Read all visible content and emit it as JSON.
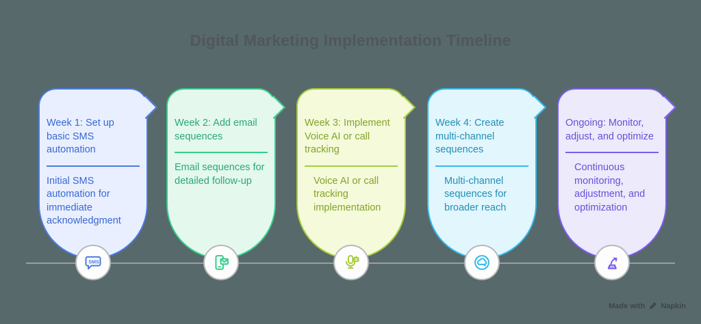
{
  "page": {
    "background_color": "#57696b",
    "timeline_color": "#9aa0a3"
  },
  "title": "Digital Marketing Implementation Timeline",
  "cards": [
    {
      "title": "Week 1: Set up basic SMS automation",
      "body": "Initial SMS automation for immediate acknowledgment",
      "icon": "sms-chat-icon",
      "colors": {
        "border": "#4b7be0",
        "fill": "#e9efff",
        "text": "#3a68d2"
      }
    },
    {
      "title": "Week 2: Add email sequences",
      "body": "Email sequences for detailed follow-up",
      "icon": "phone-email-icon",
      "colors": {
        "border": "#35cd8c",
        "fill": "#e4f8ed",
        "text": "#2aa876"
      }
    },
    {
      "title": "Week 3: Implement Voice AI or call tracking",
      "body": "Voice AI or call tracking implementation",
      "icon": "voice-ai-mic-icon",
      "colors": {
        "border": "#a9cc3a",
        "fill": "#f4fada",
        "text": "#85a32c"
      }
    },
    {
      "title": "Week 4: Create multi-channel sequences",
      "body": "Multi-channel sequences for broader reach",
      "icon": "multi-channel-cloud-icon",
      "colors": {
        "border": "#35b9e9",
        "fill": "#e2f6fd",
        "text": "#2090b5"
      }
    },
    {
      "title": "Ongoing: Monitor, adjust, and optimize",
      "body": "Continuous monitoring, adjustment, and optimization",
      "icon": "optimize-gauge-icon",
      "colors": {
        "border": "#7a5ded",
        "fill": "#eceafb",
        "text": "#6a4fd8"
      }
    }
  ],
  "watermark": {
    "prefix": "Made with",
    "brand": "Napkin",
    "icon": "pen-nib-icon"
  }
}
